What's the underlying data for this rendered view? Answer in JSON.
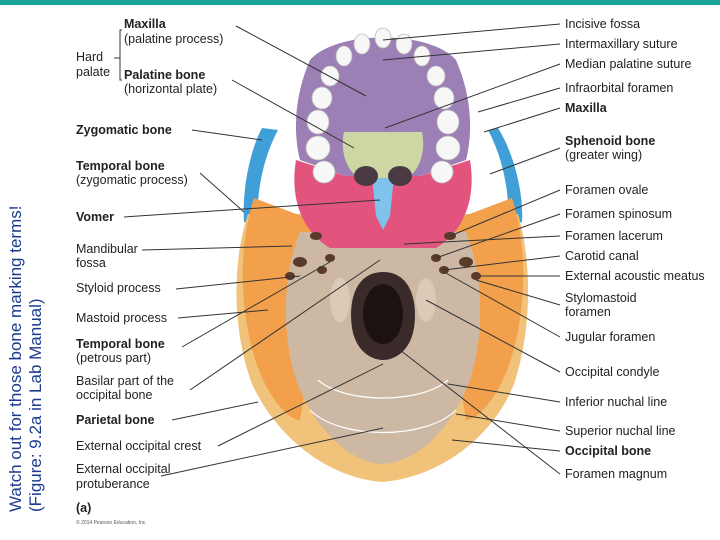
{
  "slide_note": {
    "line1": "Watch out for those bone marking terms!",
    "line2": "(Figure: 9.2a in Lab Manual)"
  },
  "left_labels": {
    "maxilla": "Maxilla",
    "maxilla_sub": "(palatine process)",
    "hard_palate_1": "Hard",
    "hard_palate_2": "palate",
    "palatine": "Palatine bone",
    "palatine_sub": "(horizontal plate)",
    "zygomatic": "Zygomatic bone",
    "temporal_zyg": "Temporal bone",
    "temporal_zyg_sub": "(zygomatic process)",
    "vomer": "Vomer",
    "mandibular_1": "Mandibular",
    "mandibular_2": "fossa",
    "styloid": "Styloid process",
    "mastoid": "Mastoid process",
    "temporal_pet": "Temporal bone",
    "temporal_pet_sub": "(petrous part)",
    "basilar_1": "Basilar part of the",
    "basilar_2": "occipital bone",
    "parietal": "Parietal bone",
    "ext_crest": "External occipital crest",
    "ext_prot_1": "External occipital",
    "ext_prot_2": "protuberance",
    "panel": "(a)"
  },
  "right_labels": {
    "incisive": "Incisive fossa",
    "intermaxillary": "Intermaxillary suture",
    "median_palatine": "Median palatine suture",
    "infraorbital": "Infraorbital foramen",
    "maxilla": "Maxilla",
    "sphenoid": "Sphenoid bone",
    "sphenoid_sub": "(greater wing)",
    "ovale": "Foramen ovale",
    "spinosum": "Foramen spinosum",
    "lacerum": "Foramen lacerum",
    "carotid": "Carotid canal",
    "acoustic": "External acoustic meatus",
    "stylomastoid_1": "Stylomastoid",
    "stylomastoid_2": "foramen",
    "jugular": "Jugular foramen",
    "condyle": "Occipital condyle",
    "inferior_nuchal": "Inferior nuchal line",
    "superior_nuchal": "Superior nuchal line",
    "occipital": "Occipital bone",
    "magnum": "Foramen magnum"
  },
  "copyright": "© 2014 Pearson Education, Inc.",
  "colors": {
    "accent_rule": "#1aa39a",
    "note_text": "#1b3a8f",
    "occipital": "#cdb8a4",
    "temporal": "#f2a04b",
    "parietal": "#f0c27a",
    "maxilla": "#9b7fb5",
    "palatine": "#cdd7a3",
    "sphenoid": "#e2547e",
    "zygomatic": "#3f9fd6",
    "vomer": "#7fc3ec"
  }
}
